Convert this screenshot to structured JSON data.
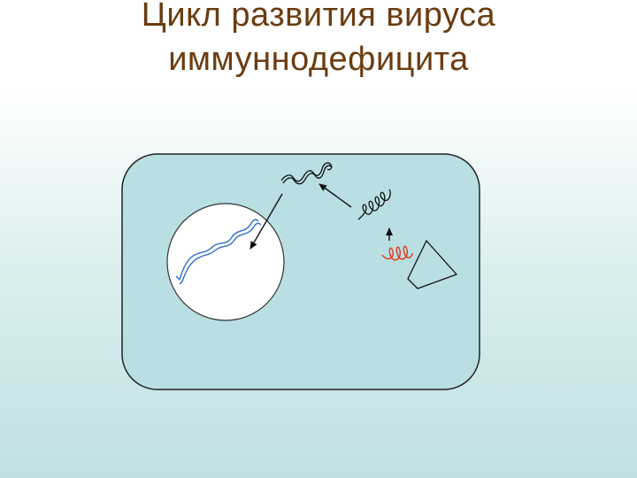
{
  "slide": {
    "title_line1": "Цикл развития вируса",
    "title_line2": "иммуннодефицита"
  },
  "colors": {
    "title": "#6b3c10",
    "cell_fill": "#b9dfe2",
    "cell_stroke": "#222222",
    "nucleus_fill": "#ffffff",
    "dna_strand": "#2f6fcf",
    "viral_dna": "#111111",
    "viral_rna": "#e03a1a",
    "arrow": "#111111"
  },
  "diagram": {
    "elements": [
      "cell",
      "nucleus",
      "integrated-dna",
      "viral-dna-coil",
      "viral-dna-helix",
      "viral-rna-helix",
      "virus-capsid",
      "arrows"
    ]
  }
}
